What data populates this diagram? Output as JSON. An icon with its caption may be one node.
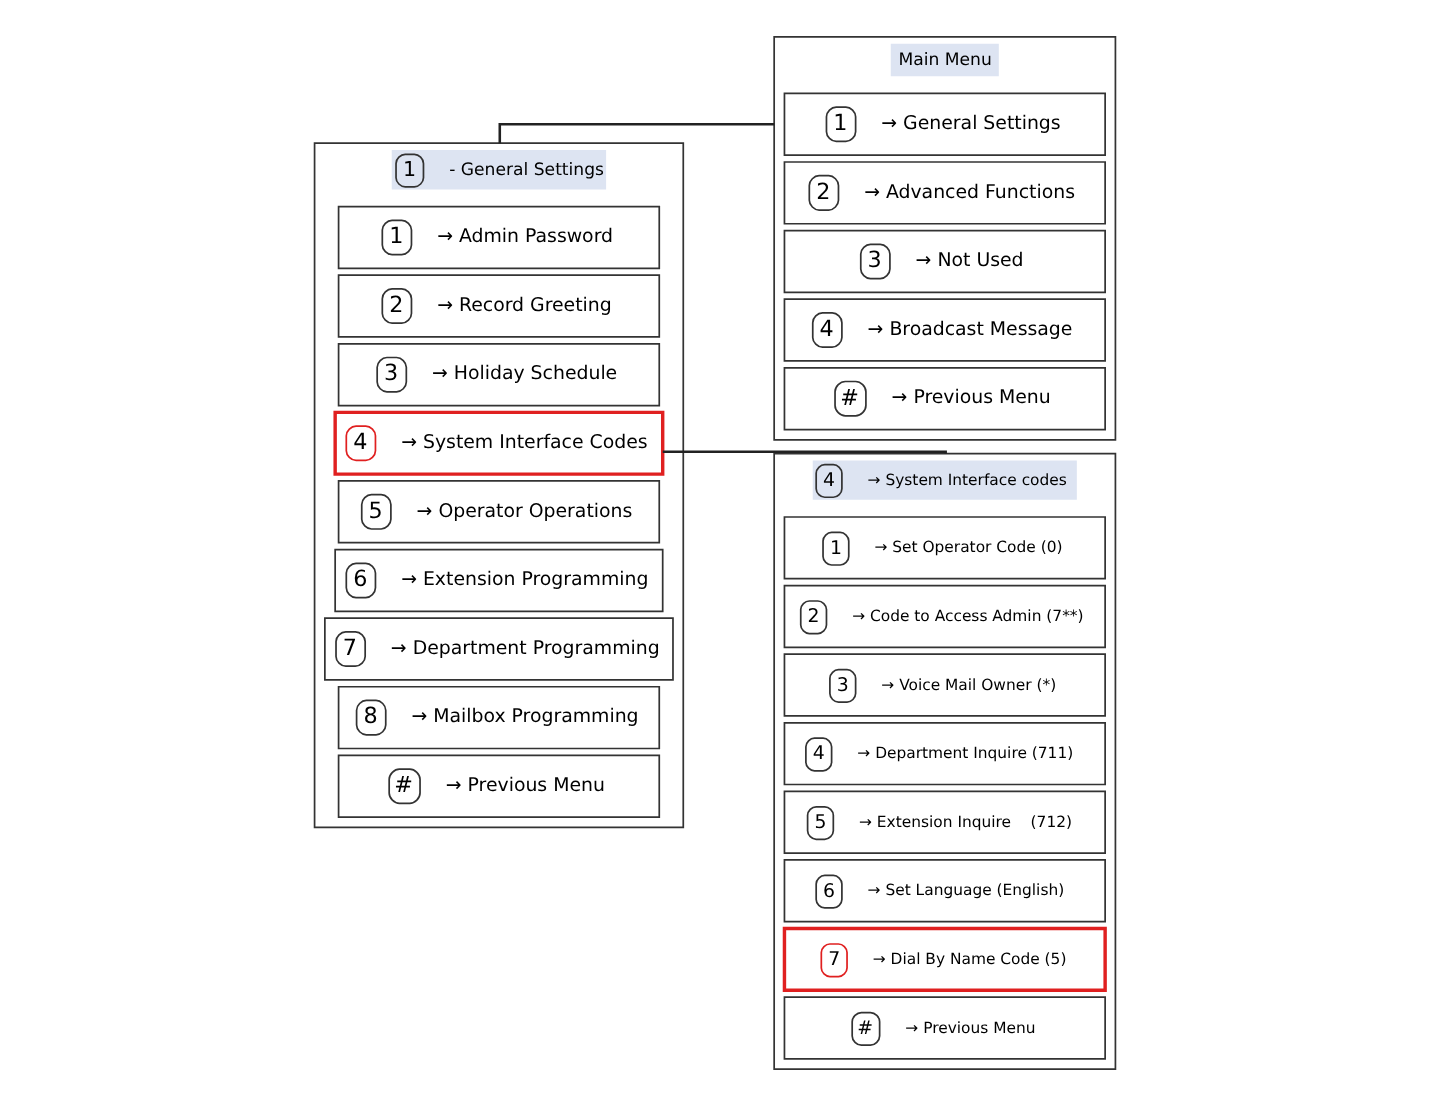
{
  "diagram": {
    "nodes": [
      {
        "text": [
          "1",
          "- General Settings"
        ]
      },
      {
        "text": [
          "1",
          "→ Admin Password"
        ],
        "in": 0
      },
      {
        "text": [
          "2",
          "→ Record Greeting"
        ],
        "in": 0
      },
      {
        "text": [
          "3",
          "→ Holiday Schedule"
        ],
        "in": 0
      },
      {
        "text": [
          "4",
          "→ System Interface Codes"
        ],
        "in": 0
      },
      {
        "text": [
          "5",
          "→ Operator Operations"
        ],
        "in": 0
      },
      {
        "text": [
          "6",
          "→ Extension Programming"
        ],
        "in": 0
      },
      {
        "text": [
          "7",
          "→ Department Programming"
        ],
        "in": 0
      },
      {
        "text": [
          "8",
          "→ Mailbox Programming"
        ],
        "in": 0
      },
      {
        "text": [
          "#",
          "→ Previous Menu"
        ],
        "in": 0
      },
      {
        "text": [
          "Main Menu"
        ]
      },
      {
        "text": [
          "1",
          "→ General Settings"
        ],
        "in": 10
      },
      {
        "text": [
          "2",
          "→ Advanced Functions"
        ],
        "in": 10
      },
      {
        "text": [
          "3",
          "→ Not Used"
        ],
        "in": 10
      },
      {
        "text": [
          "4",
          "→ Broadcast Message"
        ],
        "in": 10
      },
      {
        "text": [
          "#",
          "→ Previous Menu"
        ],
        "in": 10
      },
      {
        "text": [
          "4",
          "→ System Interface codes"
        ]
      },
      {
        "text": [
          "1",
          "→ Set Operator Code (0)"
        ],
        "in": 16
      },
      {
        "text": [
          "2",
          "→ Code to Access Admin (7**)"
        ],
        "in": 16
      },
      {
        "text": [
          "3",
          "→ Voice Mail Owner (*)"
        ],
        "in": 16
      },
      {
        "text": [
          "4",
          "→ Department Inquire (711)"
        ],
        "in": 16
      },
      {
        "text": [
          "5",
          "→ Extension Inquire    (712)"
        ],
        "in": 16
      },
      {
        "text": [
          "6",
          "→ Set Language (English)"
        ],
        "in": 16
      },
      {
        "text": [
          "7",
          "→ Dial By Name Code (5)"
        ],
        "in": 16
      },
      {
        "text": [
          "#",
          "→ Previous Menu"
        ],
        "in": 16
      }
    ],
    "edges": [
      {
        "from": 0,
        "to": 10,
        "arrow": "none"
      },
      {
        "from": 4,
        "to": 16,
        "arrow": "none"
      }
    ]
  }
}
